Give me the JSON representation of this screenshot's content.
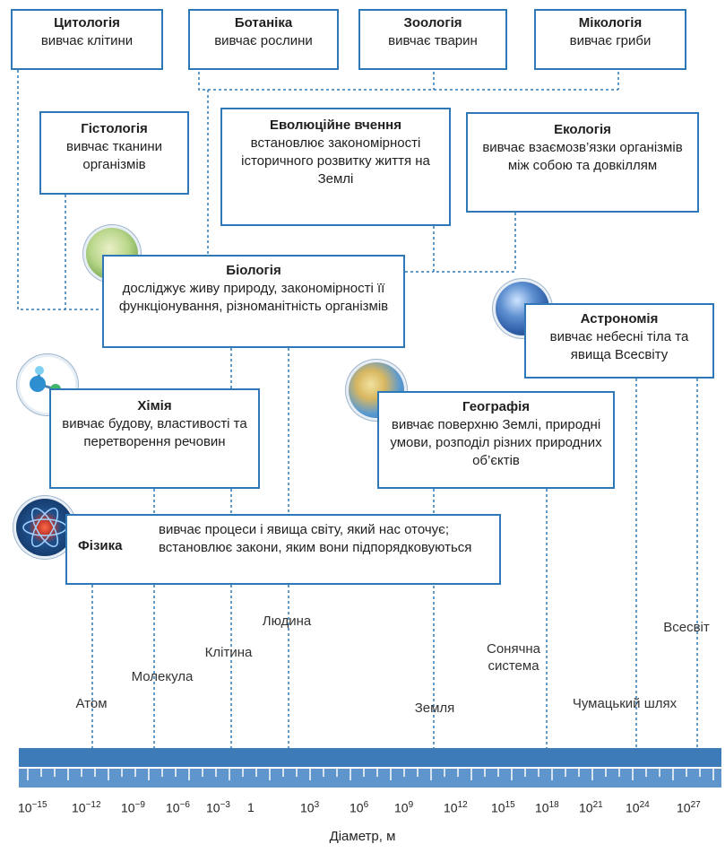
{
  "boxes": {
    "cytology": {
      "title": "Цитологія",
      "desc": "вивчає клітини"
    },
    "botany": {
      "title": "Ботаніка",
      "desc": "вивчає рослини"
    },
    "zoology": {
      "title": "Зоологія",
      "desc": "вивчає тварин"
    },
    "mycology": {
      "title": "Мікологія",
      "desc": "вивчає гриби"
    },
    "histology": {
      "title": "Гістологія",
      "desc": "вивчає тканини організмів"
    },
    "evolution": {
      "title": "Еволюційне вчення",
      "desc": "встановлює закономірності історичного розвитку життя на Землі"
    },
    "ecology": {
      "title": "Екологія",
      "desc": "вивчає взаємозв’язки організмів між собою та довкіллям"
    },
    "biology": {
      "title": "Біологія",
      "desc": "досліджує живу природу, закономірності її функціонування, різноманітність організмів"
    },
    "astronomy": {
      "title": "Астрономія",
      "desc": "вивчає небесні тіла та явища Всесвіту"
    },
    "chemistry": {
      "title": "Хімія",
      "desc": "вивчає будову, властивості та перетворення речовин"
    },
    "geography": {
      "title": "Географія",
      "desc": "вивчає поверхню Землі, природні умови, розподіл різних природних об’єктів"
    },
    "physics": {
      "title": "Фізика",
      "desc": "вивчає процеси і явища світу, який нас оточує; встановлює закони, яким вони підпорядковуються"
    }
  },
  "objects": {
    "atom": "Атом",
    "molecule": "Молекула",
    "cell": "Клітина",
    "human": "Людина",
    "earth": "Земля",
    "solar_system": "Сонячна система",
    "milky_way": "Чумацький шлях",
    "universe": "Всесвіт"
  },
  "scale": {
    "ticks": [
      {
        "base": "10",
        "exp": "−15"
      },
      {
        "base": "10",
        "exp": "−12"
      },
      {
        "base": "10",
        "exp": "−9"
      },
      {
        "base": "10",
        "exp": "−6"
      },
      {
        "base": "10",
        "exp": "−3"
      },
      {
        "base": "1",
        "exp": ""
      },
      {
        "base": "10",
        "exp": "3"
      },
      {
        "base": "10",
        "exp": "6"
      },
      {
        "base": "10",
        "exp": "9"
      },
      {
        "base": "10",
        "exp": "12"
      },
      {
        "base": "10",
        "exp": "15"
      },
      {
        "base": "10",
        "exp": "18"
      },
      {
        "base": "10",
        "exp": "21"
      },
      {
        "base": "10",
        "exp": "24"
      },
      {
        "base": "10",
        "exp": "27"
      }
    ],
    "axis_title": "Діаметр, м"
  },
  "colors": {
    "border": "#2f78b8",
    "scale_bar": "#3d7bb8",
    "dash": "#2f78b8"
  }
}
